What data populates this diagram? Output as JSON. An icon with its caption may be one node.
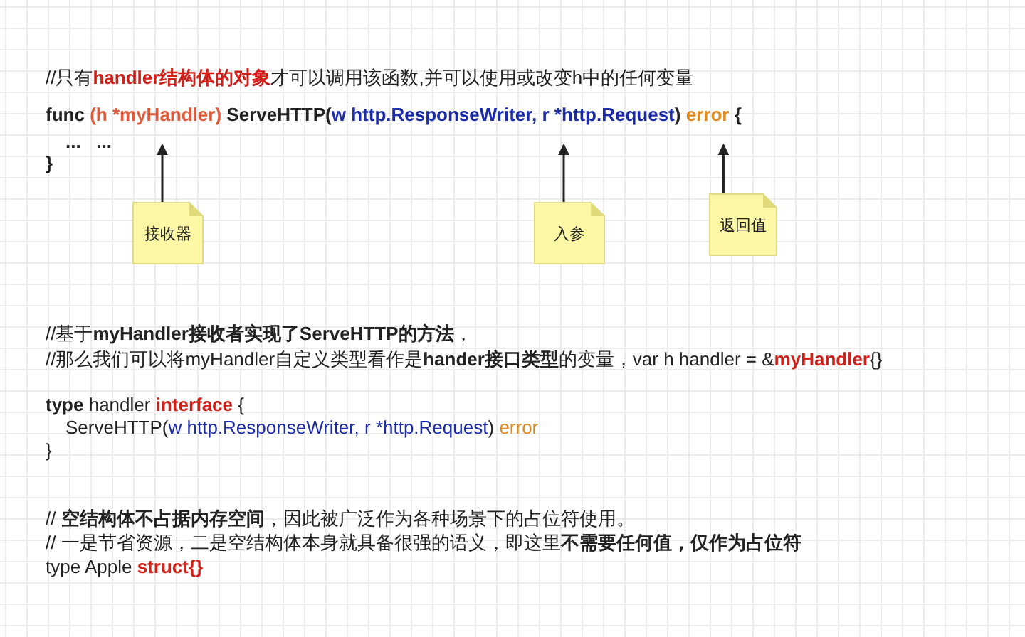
{
  "diagram": {
    "nodes": [
      {
        "text": [
          "(h *myHandler)"
        ]
      },
      {
        "text": [
          "w http.ResponseWriter, r *http.Request"
        ]
      },
      {
        "text": [
          "error"
        ]
      },
      {
        "text": [
          "接收器"
        ]
      },
      {
        "text": [
          "入参"
        ]
      },
      {
        "text": [
          "返回值"
        ]
      }
    ],
    "edges": [
      {
        "from": 3,
        "to": 0,
        "arrow": "to"
      },
      {
        "from": 4,
        "to": 1,
        "arrow": "to"
      },
      {
        "from": 5,
        "to": 2,
        "arrow": "to"
      }
    ],
    "labels": [
      "//只有**handler结构体的对象**才可以调用该函数,并可以使用或改变h中的任何变量",
      "func",
      "ServeHTTP(",
      ")",
      "{",
      "...   ...",
      "}",
      "//基于**myHandler接收者实现了ServeHTTP的方法**，",
      "//那么我们可以将myHandler自定义类型看作是**hander接口类型**的变量，var h handler = &**myHandler**{}",
      "**type** handler **interface** {",
      "ServeHTTP(",
      "w http.ResponseWriter, r *http.Request",
      ")",
      "error",
      "}",
      "// **空结构体不占据内存空间**，因此被广泛作为各种场景下的占位符使用。",
      "// 一是节省资源，二是空结构体本身就具备很强的语义，即这里**不需要任何值，仅作为占位符**",
      "type Apple **struct{}**"
    ]
  }
}
